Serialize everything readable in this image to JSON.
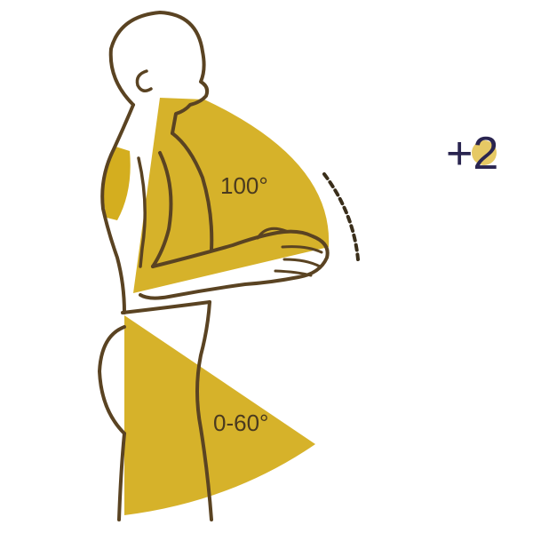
{
  "angles": {
    "shoulder_flexion": "100°",
    "trunk_flexion": "0-60°"
  },
  "score": "+2",
  "colors": {
    "fill": "#d4ae1f",
    "outline": "#5a4322",
    "score_text": "#2a2550",
    "score_dot": "#e2c04a"
  }
}
